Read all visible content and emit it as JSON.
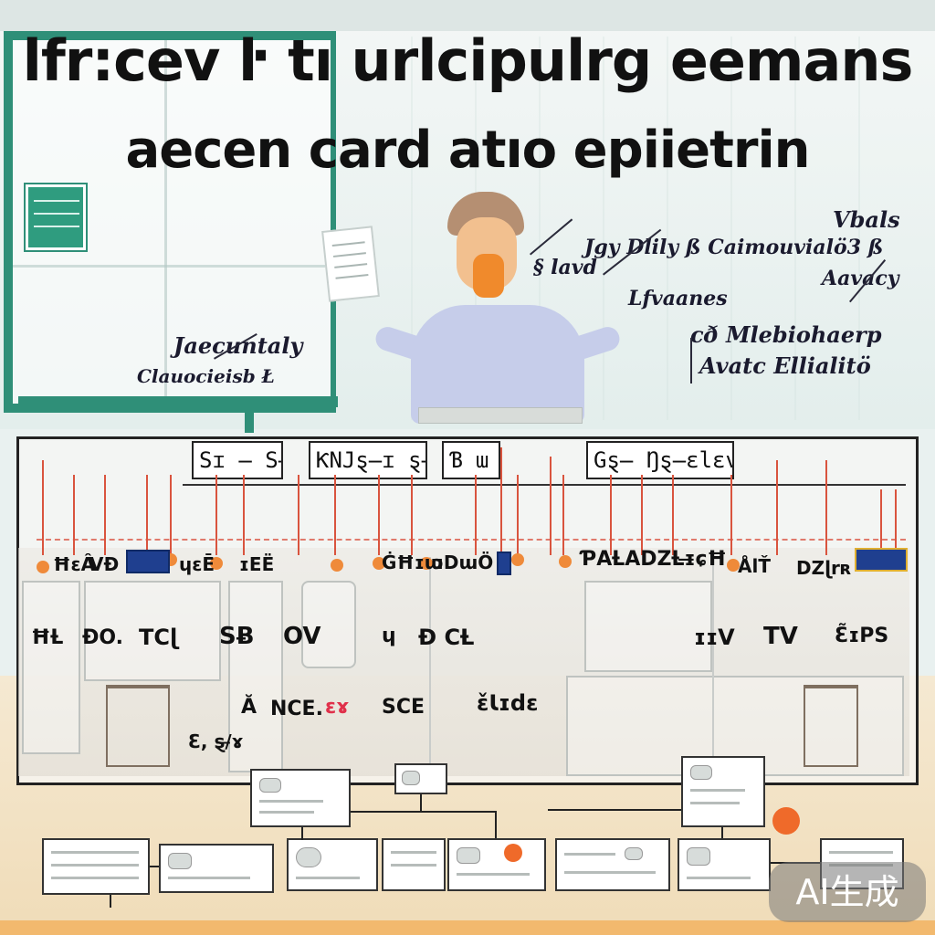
{
  "title": {
    "line1": "lfr:cev ŀ tı urlcipulrg eemans",
    "line2": "aecen card  atıo epiietrin"
  },
  "annotations": {
    "left_a": "Jaecuntaly",
    "left_b": "Clauocieisb Ł",
    "right_a": "Vbals",
    "right_b": "Jgy Dlily  ß Caimouvialö3 ß",
    "right_c": "§ lavd",
    "right_d": "Aavacy",
    "right_e": "Lfvaanes",
    "right_f": "cð Mlebiohaerp",
    "right_g": "Avatc Ellialitö"
  },
  "diagram": {
    "header_labels": [
      "Sɪ ̶ S̶ ℇ",
      "ƘNJȿ̶ɪ ȿ̶Ȼ",
      "Ɓ ɯ",
      "Gȿ̶ Ŋȿ̶ɛlɛv"
    ],
    "row1": [
      "ĦɛÂ",
      "VƉ",
      "ɥɛĒ",
      "ɪEË",
      "ĠĦɪɯ",
      "ɔDɯÖ",
      "ƤAȽAǱȽɪ̶ɕĦ",
      "ÅlŤ",
      "Ǳɭrʀ"
    ],
    "row2": [
      "ĦȽ",
      "ĐO.",
      "TCɭ",
      "SɃ",
      "OV",
      "ɥ",
      "Ɖ CȽ",
      "ɪɪV",
      "TV",
      "Ɛ̃ɪPS"
    ],
    "row3": [
      "Ă",
      "NCE.",
      "ɛɤ",
      "SCE",
      "ɛ̌Ɩɪdɛ",
      "Ɛ, ȿ/̶ɤ"
    ]
  },
  "badge": "AI生成"
}
